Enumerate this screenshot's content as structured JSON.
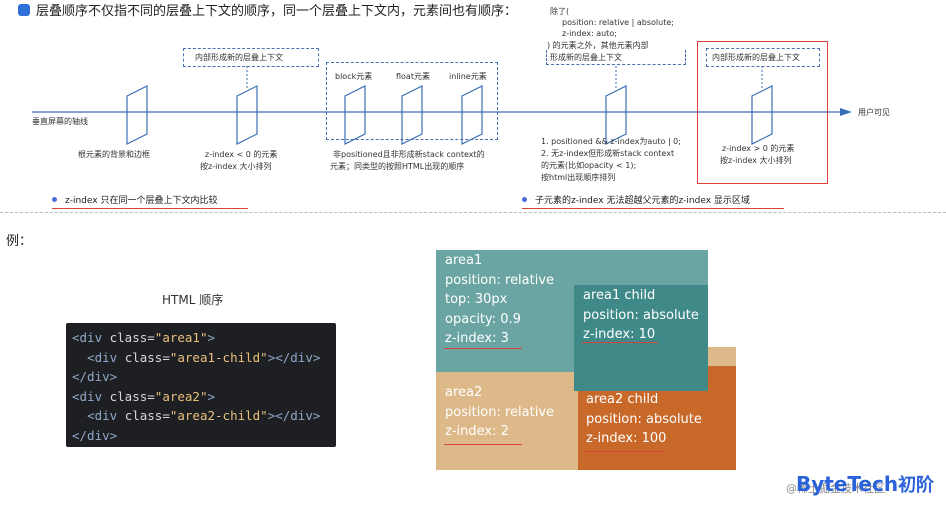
{
  "title": "层叠顺序不仅指不同的层叠上下文的顺序，同一个层叠上下文内，元素间也有顺序：",
  "axis": {
    "left_label": "垂直屏幕的轴线",
    "right_label": "用户可见"
  },
  "groups": {
    "neg_header": "内部形成新的层叠上下文",
    "neg_caption_1": "z-index < 0 的元素",
    "neg_caption_2": "按z-index 大小排列",
    "bg_caption": "根元素的背景和边框",
    "mid_labels": [
      "block元素",
      "float元素",
      "inline元素"
    ],
    "mid_caption_1": "非positioned且非形成新stack context的",
    "mid_caption_2": "元素；同类型的按照HTML出现的顺序",
    "auto_header": [
      "除了(",
      "position: relative | absolute;",
      "z-index: auto;",
      ") 的元素之外，其他元素内部",
      "形成新的层叠上下文"
    ],
    "auto_caption": [
      "1. positioned && z-index为auto | 0;",
      "2. 无z-index但形成新stack context",
      "的元素(比如opacity < 1);",
      "按html出现顺序排列"
    ],
    "pos_header": "内部形成新的层叠上下文",
    "pos_caption_1": "z-index > 0 的元素",
    "pos_caption_2": "按z-index 大小排列"
  },
  "notes": {
    "left": "z-index 只在同一个层叠上下文内比较",
    "right": "子元素的z-index 无法超越父元素的z-index 显示区域"
  },
  "example_label": "例：",
  "html_order_label": "HTML 顺序",
  "code_lines": [
    {
      "indent": "",
      "open": "<div",
      "attr": " class=",
      "val": "\"area1\"",
      "close": ">"
    },
    {
      "indent": "  ",
      "open": "<div",
      "attr": " class=",
      "val": "\"area1-child\"",
      "close": "></div>"
    },
    {
      "indent": "",
      "open": "</div>",
      "attr": "",
      "val": "",
      "close": ""
    },
    {
      "indent": "",
      "open": "<div",
      "attr": " class=",
      "val": "\"area2\"",
      "close": ">"
    },
    {
      "indent": "  ",
      "open": "<div",
      "attr": " class=",
      "val": "\"area2-child\"",
      "close": "></div>"
    },
    {
      "indent": "",
      "open": "</div>",
      "attr": "",
      "val": "",
      "close": ""
    }
  ],
  "boxes": {
    "area1": {
      "lines": [
        "area1",
        "position: relative",
        "top: 30px",
        "opacity: 0.9",
        "z-index: 3"
      ],
      "color": "#6aa5a3"
    },
    "area1_child": {
      "lines": [
        "area1 child",
        "position: absolute",
        "z-index: 10"
      ],
      "color": "#3f8a88"
    },
    "area2": {
      "lines": [
        "area2",
        "position: relative",
        "z-index: 2"
      ],
      "color": "#ddb98a"
    },
    "area2_child": {
      "lines": [
        "area2 child",
        "position: absolute",
        "z-index: 100"
      ],
      "color": "#c8692a"
    }
  },
  "footer": {
    "watermark_text": "@稀土掘金技术社区",
    "brand": "ByteTech",
    "brand_suffix": "初阶"
  },
  "colors": {
    "accent": "#2f6fd8",
    "axis": "#3b6fb5",
    "red": "#e0403a"
  }
}
